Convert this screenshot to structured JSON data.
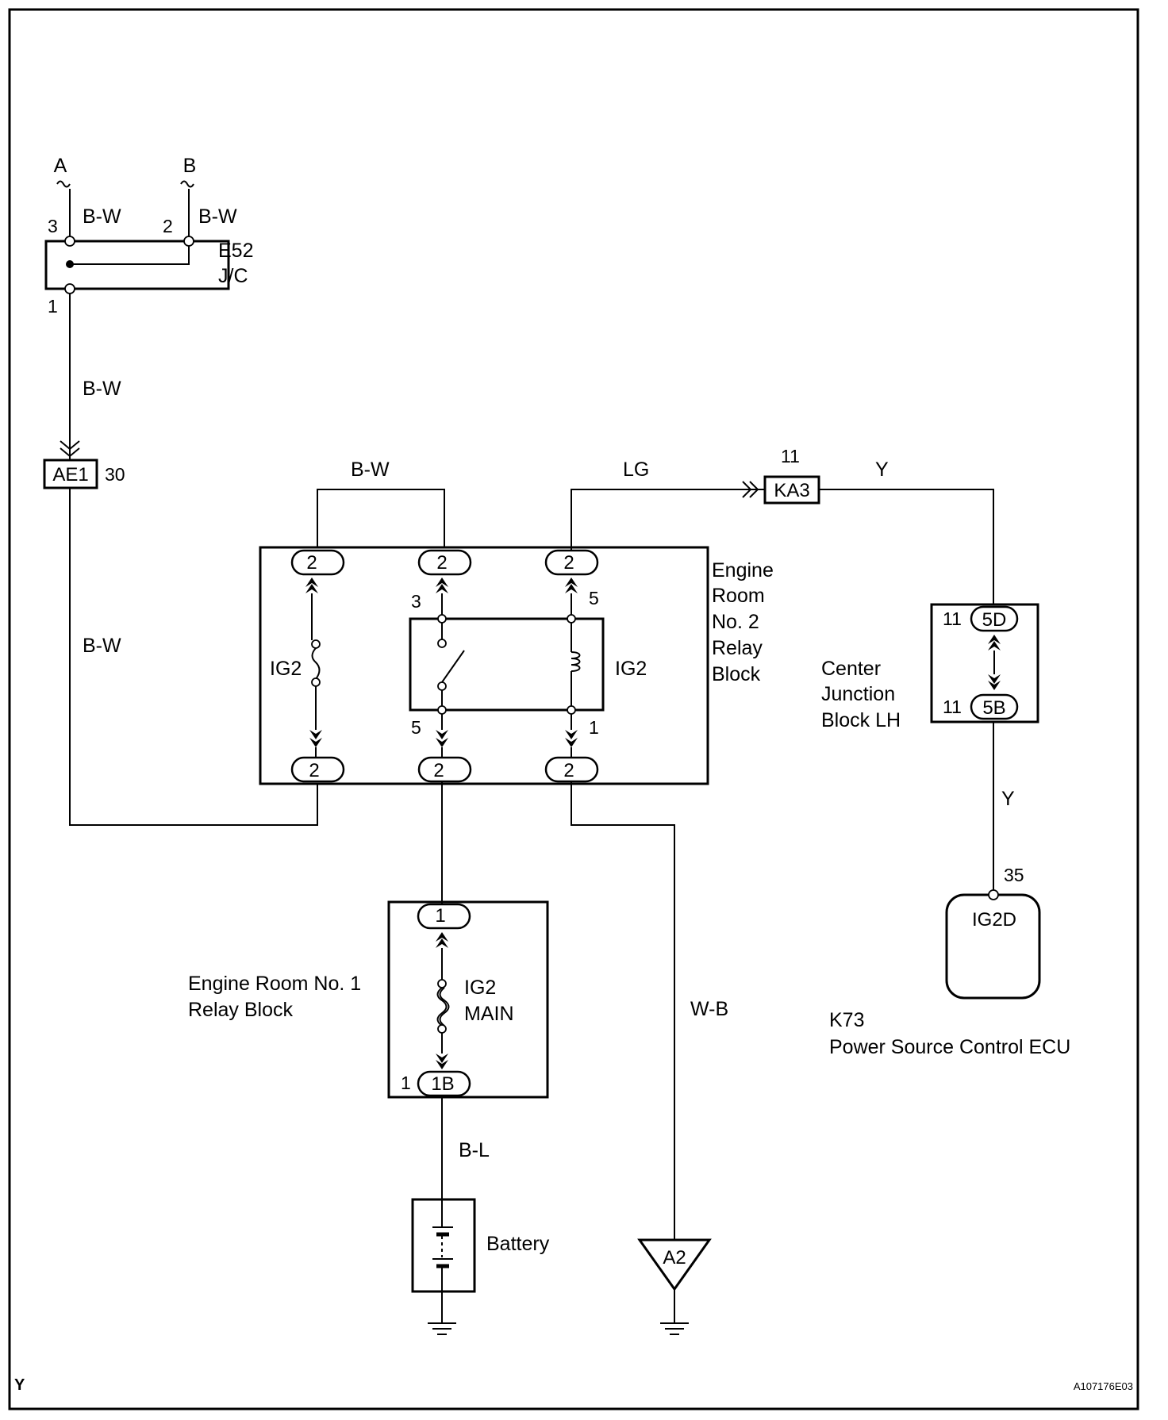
{
  "terminals": {
    "a": "A",
    "b": "B"
  },
  "junction_e52": {
    "id": "E52",
    "type": "J/C",
    "pin_3": "3",
    "pin_2": "2",
    "pin_1": "1"
  },
  "connectors": {
    "ae1": {
      "id": "AE1",
      "pin": "30"
    },
    "ka3": {
      "id": "KA3",
      "pin": "11"
    }
  },
  "wires": {
    "bw": "B-W",
    "lg": "LG",
    "y": "Y",
    "wb": "W-B",
    "bl": "B-L"
  },
  "relay_block_2": {
    "name_lines": [
      "Engine",
      "Room",
      "No. 2",
      "Relay",
      "Block"
    ],
    "connector_pin": "2",
    "fuse_label": "IG2",
    "relay_label": "IG2",
    "relay_pins": {
      "top_left": "3",
      "top_right": "5",
      "bottom_left": "5",
      "bottom_right": "1"
    }
  },
  "center_junction_block": {
    "name_lines": [
      "Center",
      "Junction",
      "Block  LH"
    ],
    "top_connector": "5D",
    "bottom_connector": "5B",
    "pin": "11"
  },
  "ecu": {
    "id": "K73",
    "name": "Power Source Control  ECU",
    "terminal": "IG2D",
    "pin": "35"
  },
  "relay_block_1": {
    "name_lines": [
      "Engine Room No. 1",
      "Relay Block"
    ],
    "top_connector": "1",
    "bottom_connector": "1B",
    "bottom_pin": "1",
    "fuse_lines": [
      "IG2",
      "MAIN"
    ]
  },
  "battery": {
    "label": "Battery"
  },
  "ground_a2": {
    "label": "A2"
  },
  "footer": {
    "corner_letter": "Y",
    "figure_id": "A107176E03"
  }
}
